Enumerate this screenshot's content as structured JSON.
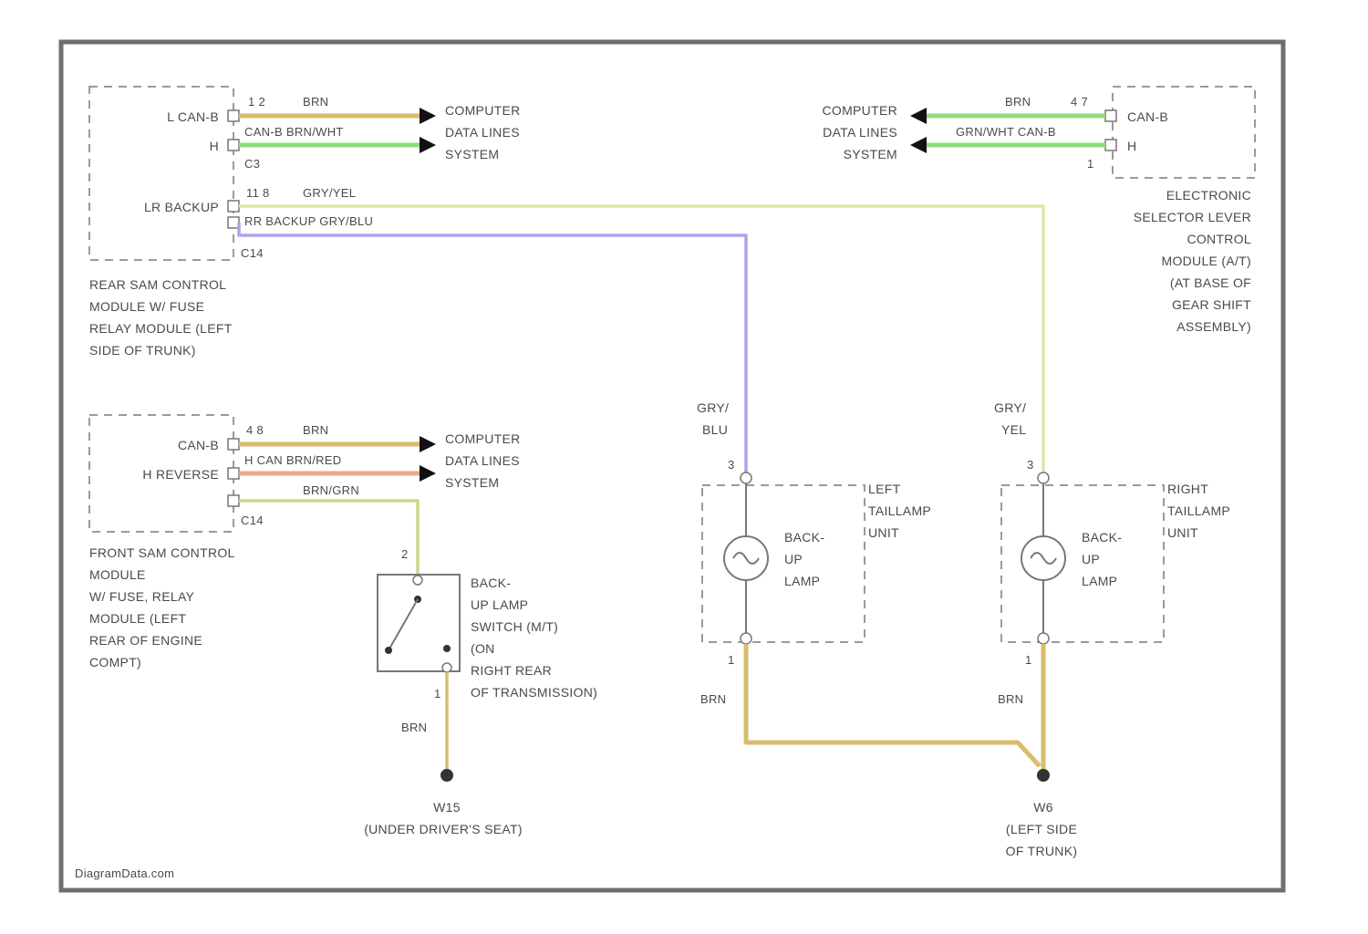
{
  "title": "",
  "colors": {
    "brn": "#d9bd6b",
    "grn": "#8fdb7a",
    "gry_yel": "#dde5a8",
    "gry_blu": "#a9a6e8",
    "brn_red": "#ecaa88",
    "brn_grn": "#c9d98a",
    "frame": "#6f6f6f"
  },
  "rear_sam": {
    "pins": {
      "l_canb": "L CAN-B",
      "h": "H",
      "lr_backup": "LR BACKUP"
    },
    "wires": {
      "top_num": "1 2",
      "top_color": "BRN",
      "can_label": "CAN-B BRN/WHT",
      "conn1": "C3",
      "backup_num": "11 8",
      "backup_color": "GRY/YEL",
      "rr_label": "RR BACKUP GRY/BLU",
      "conn2": "C14"
    },
    "desc": [
      "REAR SAM CONTROL",
      "MODULE W/ FUSE",
      "RELAY MODULE (LEFT",
      "SIDE OF TRUNK)"
    ]
  },
  "front_sam": {
    "pins": {
      "canb": "CAN-B",
      "h_reverse": "H REVERSE"
    },
    "wires": {
      "top_num": "4 8",
      "top_color": "BRN",
      "can_label": "H CAN BRN/RED",
      "mid_color": "BRN/GRN",
      "conn": "C14"
    },
    "desc": [
      "FRONT SAM CONTROL",
      "MODULE",
      "W/ FUSE, RELAY",
      "MODULE (LEFT",
      "REAR OF ENGINE",
      "COMPT)"
    ]
  },
  "cdl_system": [
    "COMPUTER",
    "DATA LINES",
    "SYSTEM"
  ],
  "selector": {
    "pins": {
      "canb": "CAN-B",
      "h": "H"
    },
    "wires": {
      "top_color": "BRN",
      "top_num": "4 7",
      "can_label": "GRN/WHT CAN-B",
      "low_num": "1"
    },
    "desc": [
      "ELECTRONIC",
      "SELECTOR LEVER",
      "CONTROL",
      "MODULE (A/T)",
      "(AT BASE OF",
      "GEAR SHIFT",
      "ASSEMBLY)"
    ]
  },
  "left_tail": {
    "wire_color": [
      "GRY/",
      "BLU"
    ],
    "pin_top": "3",
    "pin_bottom": "1",
    "lamp_label": [
      "BACK-",
      "UP",
      "LAMP"
    ],
    "desc": [
      "LEFT",
      "TAILLAMP",
      "UNIT"
    ],
    "ground_wire": "BRN"
  },
  "right_tail": {
    "wire_color": [
      "GRY/",
      "YEL"
    ],
    "pin_top": "3",
    "pin_bottom": "1",
    "lamp_label": [
      "BACK-",
      "UP",
      "LAMP"
    ],
    "desc": [
      "RIGHT",
      "TAILLAMP",
      "UNIT"
    ],
    "ground_wire": "BRN"
  },
  "switch": {
    "pin_top": "2",
    "pin_bottom": "1",
    "desc": [
      "BACK-",
      "UP LAMP",
      "SWITCH (M/T)",
      "(ON",
      "RIGHT REAR",
      "OF TRANSMISSION)"
    ],
    "ground_wire": "BRN"
  },
  "ground_w15": {
    "id": "W15",
    "desc": "(UNDER DRIVER'S SEAT)"
  },
  "ground_w6": {
    "id": "W6",
    "desc": [
      "(LEFT SIDE",
      "OF TRUNK)"
    ]
  },
  "watermark": "DiagramData.com"
}
